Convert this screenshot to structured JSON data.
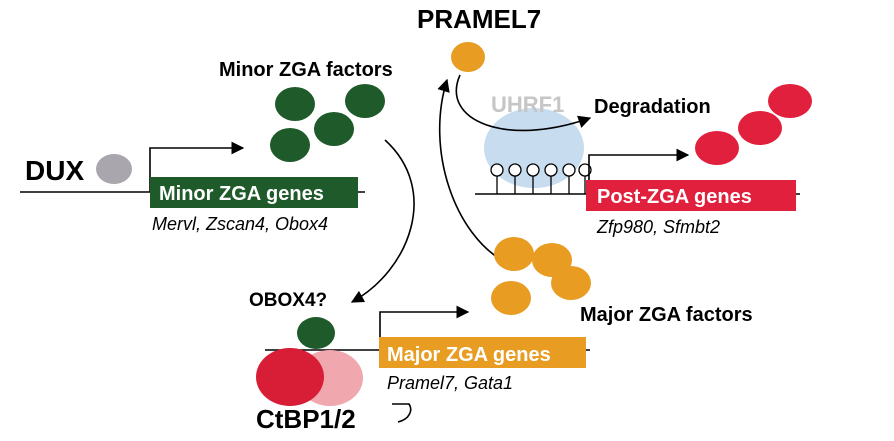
{
  "colors": {
    "minor": "#1f5a2a",
    "major": "#e89c22",
    "post": "#e0203c",
    "dux": "#a9a6ad",
    "ctbp_dark": "#d81e36",
    "ctbp_light": "#f0a7ad",
    "uhrf1_halo": "#c8dcf0",
    "uhrf1_text": "#c6c6c6",
    "line": "#000000"
  },
  "labels": {
    "pramel7": "PRAMEL7",
    "minor_factors": "Minor ZGA factors",
    "uhrf1": "UHRF1",
    "degradation": "Degradation",
    "dux": "DUX",
    "minor_genes": "Minor ZGA genes",
    "minor_examples": "Mervl, Zscan4, Obox4",
    "post_genes": "Post-ZGA genes",
    "post_examples": "Zfp980, Sfmbt2",
    "obox4": "OBOX4?",
    "major_factors": "Major ZGA factors",
    "major_genes": "Major ZGA genes",
    "major_examples": "Pramel7, Gata1",
    "ctbp": "CtBP1/2"
  },
  "icons": {
    "promoter_arrow": "bent-arrow-icon",
    "inhibition": "inhibition-icon",
    "methylation": "lollipop-icon"
  }
}
